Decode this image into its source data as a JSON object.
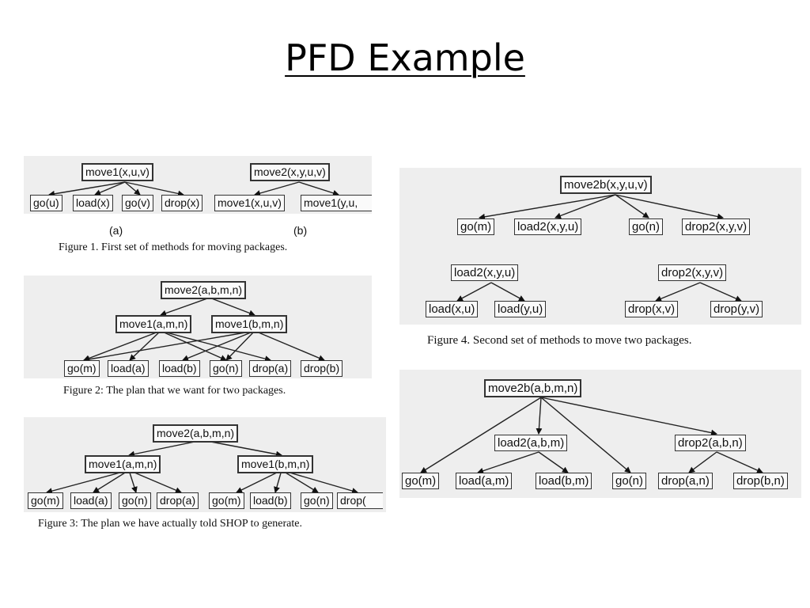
{
  "slide": {
    "title": "PFD Example"
  },
  "fig1": {
    "caption": "Figure 1.  First set of methods for moving packages.",
    "label_a": "(a)",
    "label_b": "(b)",
    "nodes": {
      "root_a": "move1(x,u,v)",
      "go_u": "go(u)",
      "load_x": "load(x)",
      "go_v": "go(v)",
      "drop_x": "drop(x)",
      "root_b": "move2(x,y,u,v)",
      "m1_xuv": "move1(x,u,v)",
      "m1_yuv": "move1(y,u,"
    }
  },
  "fig2": {
    "caption": "Figure 2: The plan that we want for two packages.",
    "nodes": {
      "root": "move2(a,b,m,n)",
      "m1a": "move1(a,m,n)",
      "m1b": "move1(b,m,n)",
      "go_m": "go(m)",
      "load_a": "load(a)",
      "load_b": "load(b)",
      "go_n": "go(n)",
      "drop_a": "drop(a)",
      "drop_b": "drop(b)"
    }
  },
  "fig3": {
    "caption": "Figure 3: The plan we have actually told SHOP to generate.",
    "nodes": {
      "root": "move2(a,b,m,n)",
      "m1a": "move1(a,m,n)",
      "m1b": "move1(b,m,n)",
      "go_m1": "go(m)",
      "load_a": "load(a)",
      "go_n1": "go(n)",
      "drop_a": "drop(a)",
      "go_m2": "go(m)",
      "load_b": "load(b)",
      "go_n2": "go(n)",
      "drop_b": "drop("
    }
  },
  "fig4": {
    "caption": "Figure 4. Second set of methods to move two packages.",
    "nodes": {
      "root": "move2b(x,y,u,v)",
      "go_m": "go(m)",
      "load2": "load2(x,y,u)",
      "go_n": "go(n)",
      "drop2": "drop2(x,y,v)",
      "load2_root": "load2(x,y,u)",
      "load_xu": "load(x,u)",
      "load_yu": "load(y,u)",
      "drop2_root": "drop2(x,y,v)",
      "drop_xv": "drop(x,v)",
      "drop_yv": "drop(y,v)"
    }
  },
  "fig5": {
    "nodes": {
      "root": "move2b(a,b,m,n)",
      "load2": "load2(a,b,m)",
      "drop2": "drop2(a,b,n)",
      "go_m": "go(m)",
      "load_am": "load(a,m)",
      "load_bm": "load(b,m)",
      "go_n": "go(n)",
      "drop_an": "drop(a,n)",
      "drop_bn": "drop(b,n)"
    }
  }
}
